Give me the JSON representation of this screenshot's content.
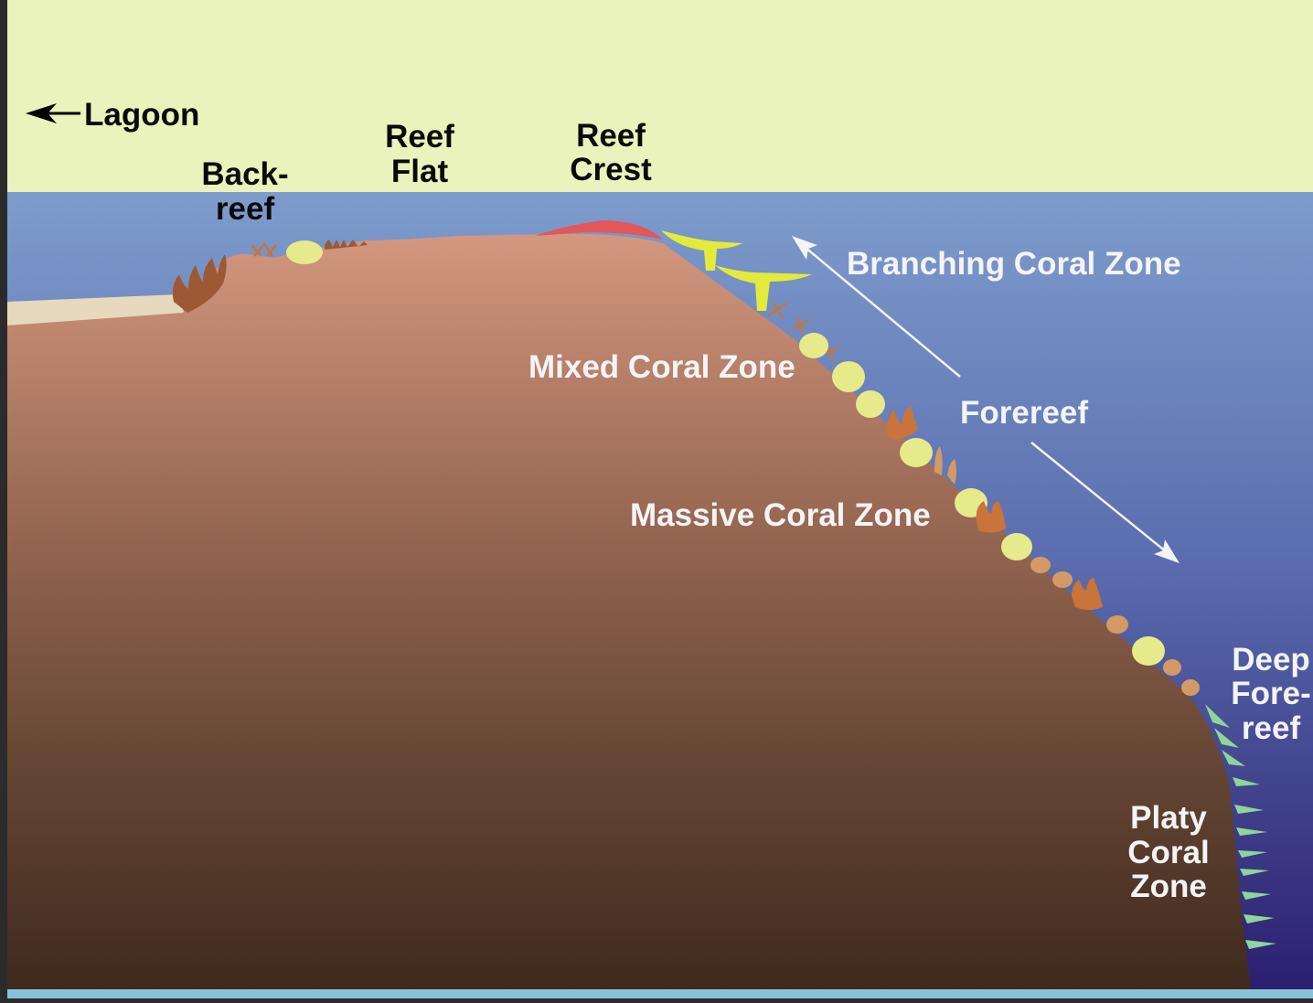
{
  "colors": {
    "sky": "#e9f3bb",
    "water_top": "#7e9ccc",
    "water_bottom": "#2b1f6f",
    "reef_top": "#d4977f",
    "reef_bottom": "#3f2a1e",
    "lagoon_sand": "#e6d9bd",
    "crest_algae": "#e2575a",
    "branching_coral": "#e4ea3c",
    "massive_coral": "#e7ea8a",
    "mixed_coral": "#c8743a",
    "platy_coral": "#8fd49a",
    "frame": "#2b2b2b"
  },
  "labels": {
    "lagoon": "Lagoon",
    "backreef_1": "Back-",
    "backreef_2": "reef",
    "reef_flat_1": "Reef",
    "reef_flat_2": "Flat",
    "reef_crest_1": "Reef",
    "reef_crest_2": "Crest",
    "branching": "Branching Coral Zone",
    "mixed": "Mixed Coral Zone",
    "forereef": "Forereef",
    "massive": "Massive Coral Zone",
    "deep_1": "Deep",
    "deep_2": "Fore-",
    "deep_3": "reef",
    "platy_1": "Platy",
    "platy_2": "Coral",
    "platy_3": "Zone"
  },
  "icons": {
    "lagoon_arrow": "arrow-left-icon",
    "forereef_up_arrow": "arrow-up-left-icon",
    "forereef_down_arrow": "arrow-down-right-icon"
  }
}
